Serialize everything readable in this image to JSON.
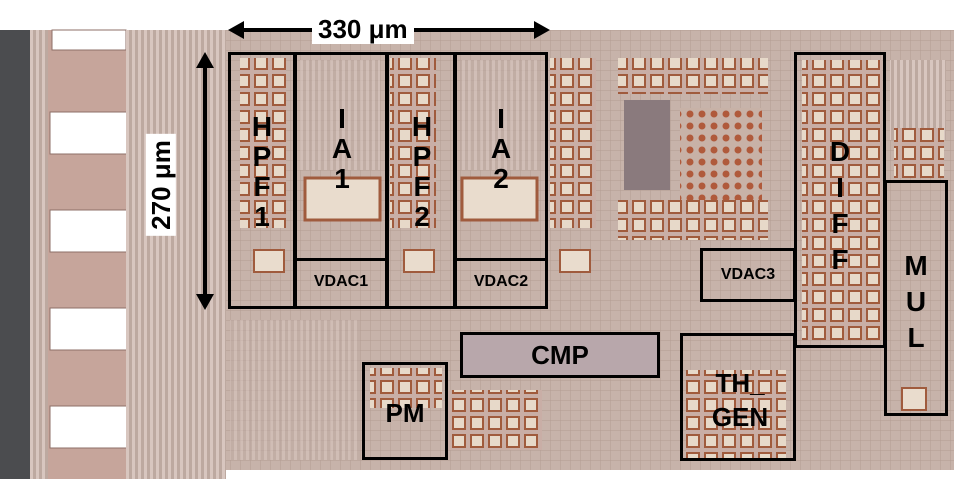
{
  "dimensions": {
    "width_label": "330 μm",
    "height_label": "270 μm"
  },
  "blocks": {
    "hpf1": "H\nP\nF\n1",
    "ia1": "I\nA\n1",
    "hpf2": "H\nP\nF\n2",
    "ia2": "I\nA\n2",
    "vdac1": "VDAC1",
    "vdac2": "VDAC2",
    "vdac3": "VDAC3",
    "diff": "D\nI\nF\nF",
    "mul": "M\nU\nL",
    "cmp": "CMP",
    "pm": "PM",
    "th_gen": "TH_\nGEN"
  },
  "colors": {
    "die_background": "#c9b7ad",
    "metal": "#d9c4bc",
    "pad": "#ffffff",
    "outline": "#000000"
  }
}
